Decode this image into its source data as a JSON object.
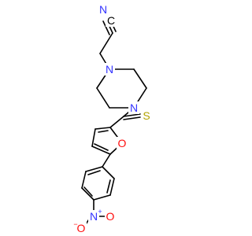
{
  "molecule": {
    "atoms": {
      "nitrile_n": "N",
      "nitrile_c": "C",
      "pip_n1": "N",
      "pip_n4": "N",
      "thione_s": "S",
      "furan_o": "O",
      "nitro_n": "N",
      "nitro_n_charge": "+",
      "nitro_o_right": "O",
      "nitro_o_left": "O",
      "nitro_o_charge": "−"
    },
    "colors": {
      "nitrogen": "#3333ff",
      "oxygen": "#ff0d0d",
      "sulfur": "#b2a200",
      "carbon": "#000000",
      "bond": "#000000"
    }
  }
}
